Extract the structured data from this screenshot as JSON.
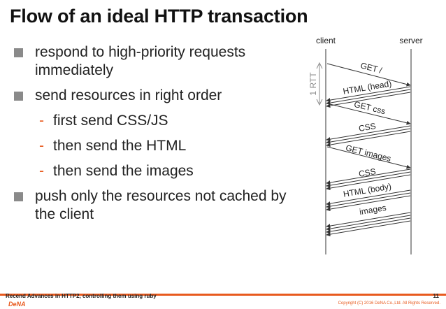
{
  "slide": {
    "title": "Flow of an ideal HTTP transaction",
    "bullets": [
      {
        "text": "respond to high-priority requests immediately",
        "level": 1
      },
      {
        "text": "send resources in right order",
        "level": 1
      },
      {
        "text": "first send CSS/JS",
        "level": 2
      },
      {
        "text": "then send the HTML",
        "level": 2
      },
      {
        "text": "then send the images",
        "level": 2
      },
      {
        "text": "push only the resources not cached by the client",
        "level": 1
      }
    ],
    "sub_marker": "-"
  },
  "diagram": {
    "client_label": "client",
    "server_label": "server",
    "rtt_label": "1 RTT",
    "messages": [
      {
        "label": "GET /"
      },
      {
        "label": "HTML (head)"
      },
      {
        "label": "GET css"
      },
      {
        "label": "CSS"
      },
      {
        "label": "GET images"
      },
      {
        "label": "CSS"
      },
      {
        "label": "HTML (body)"
      },
      {
        "label": "images"
      }
    ]
  },
  "footer": {
    "text": "Recend Advances in HTTP2, controlling them using ruby",
    "page_number": "11",
    "logo": "DeNA",
    "copyright": "Copyright (C) 2016 DeNA Co.,Ltd. All Rights Reserved."
  },
  "colors": {
    "accent": "#e85a1e",
    "bullet": "#8a8a8a",
    "line": "#333333",
    "rtt": "#8c8c8c"
  }
}
